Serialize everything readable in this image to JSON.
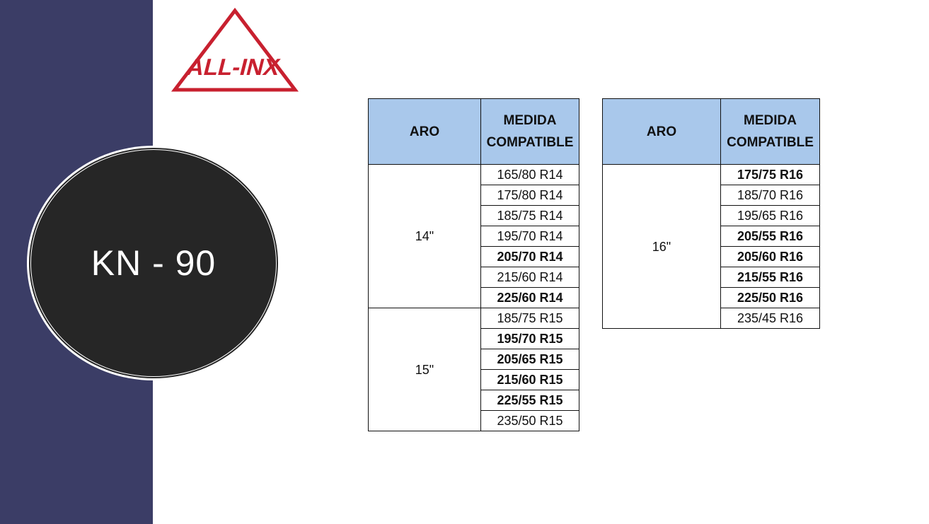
{
  "brand": {
    "logo_text": "ALL-INX",
    "logo_color": "#c8202f",
    "sidebar_color": "#3b3d66"
  },
  "product": {
    "model": "KN - 90"
  },
  "tables": [
    {
      "headers": {
        "aro": "ARO",
        "medida_line1": "MEDIDA",
        "medida_line2": "COMPATIBLE"
      },
      "groups": [
        {
          "aro": "14\"",
          "sizes": [
            {
              "value": "165/80 R14",
              "bold": false
            },
            {
              "value": "175/80 R14",
              "bold": false
            },
            {
              "value": "185/75 R14",
              "bold": false
            },
            {
              "value": "195/70 R14",
              "bold": false
            },
            {
              "value": "205/70 R14",
              "bold": true
            },
            {
              "value": "215/60 R14",
              "bold": false
            },
            {
              "value": "225/60 R14",
              "bold": true
            }
          ]
        },
        {
          "aro": "15\"",
          "sizes": [
            {
              "value": "185/75 R15",
              "bold": false
            },
            {
              "value": "195/70 R15",
              "bold": true
            },
            {
              "value": "205/65 R15",
              "bold": true
            },
            {
              "value": "215/60 R15",
              "bold": true
            },
            {
              "value": "225/55 R15",
              "bold": true
            },
            {
              "value": "235/50 R15",
              "bold": false
            }
          ]
        }
      ]
    },
    {
      "headers": {
        "aro": "ARO",
        "medida_line1": "MEDIDA",
        "medida_line2": "COMPATIBLE"
      },
      "groups": [
        {
          "aro": "16\"",
          "sizes": [
            {
              "value": "175/75 R16",
              "bold": true
            },
            {
              "value": "185/70 R16",
              "bold": false
            },
            {
              "value": "195/65 R16",
              "bold": false
            },
            {
              "value": "205/55 R16",
              "bold": true
            },
            {
              "value": "205/60 R16",
              "bold": true
            },
            {
              "value": "215/55 R16",
              "bold": true
            },
            {
              "value": "225/50 R16",
              "bold": true
            },
            {
              "value": "235/45 R16",
              "bold": false
            }
          ]
        }
      ]
    }
  ]
}
